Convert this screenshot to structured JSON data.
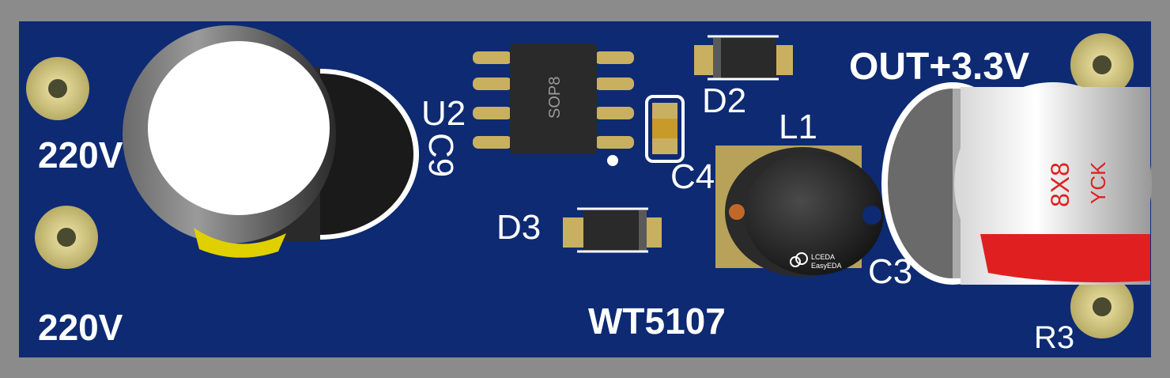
{
  "board": {
    "colors": {
      "background": "#8b8b8b",
      "pcb": "#0d2a73",
      "silkscreen": "#ffffff",
      "pad_gold": "#d9cf8a",
      "copper": "#b8a25a",
      "ic_body": "#2a2a2a",
      "cap_stripe": "#e0d000",
      "cap_red": "#e02020"
    },
    "labels": {
      "input_top": "220V",
      "input_bottom": "220V",
      "ic_ref": "U2",
      "ic_package": "SOP8",
      "cap_c9": "C9",
      "cap_c4": "C4",
      "diode_d2": "D2",
      "diode_d3": "D3",
      "inductor_l1": "L1",
      "inductor_logo_line1": "LCEDA",
      "inductor_logo_line2": "EasyEDA",
      "cap_c3": "C3",
      "output": "OUT+3.3V",
      "resistor_r3": "R3",
      "chip_name": "WT5107",
      "cap_c3_marking_size": "8X8",
      "cap_c3_marking_brand": "YCK"
    }
  }
}
